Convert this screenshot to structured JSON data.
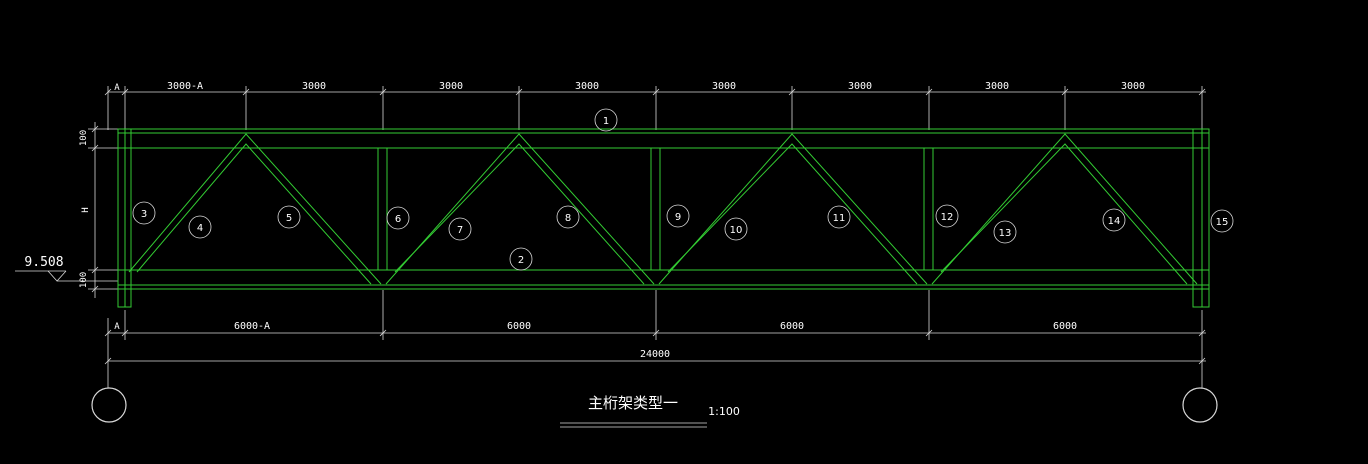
{
  "drawing": {
    "title": "主桁架类型一",
    "scale": "1:100",
    "elevation": "9.508",
    "height_label": "H",
    "left_offset_label": "A",
    "chord_thickness_label": "100"
  },
  "top_dimensions": [
    "3000-A",
    "3000",
    "3000",
    "3000",
    "3000",
    "3000",
    "3000",
    "3000"
  ],
  "bottom_dimensions": [
    "6000-A",
    "6000",
    "6000",
    "6000"
  ],
  "overall_dimension": "24000",
  "member_tags": [
    "1",
    "2",
    "3",
    "4",
    "5",
    "6",
    "7",
    "8",
    "9",
    "10",
    "11",
    "12",
    "13",
    "14",
    "15"
  ],
  "colors": {
    "member": "#33cc33",
    "dimension": "#d8d8d8",
    "background": "#000000"
  }
}
